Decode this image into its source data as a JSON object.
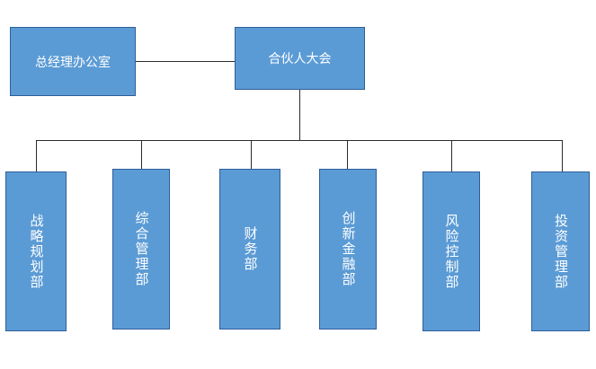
{
  "top": {
    "office_label": "总经理办公室",
    "assembly_label": "合伙人大会"
  },
  "departments": [
    {
      "label": "战略规划部"
    },
    {
      "label": "综合管理部"
    },
    {
      "label": "财务部"
    },
    {
      "label": "创新金融部"
    },
    {
      "label": "风险控制部"
    },
    {
      "label": "投资管理部"
    }
  ],
  "colors": {
    "box_fill": "#5b9bd5",
    "box_border": "#2e5d9a",
    "connector": "#2b2b2b",
    "text": "#ffffff"
  }
}
